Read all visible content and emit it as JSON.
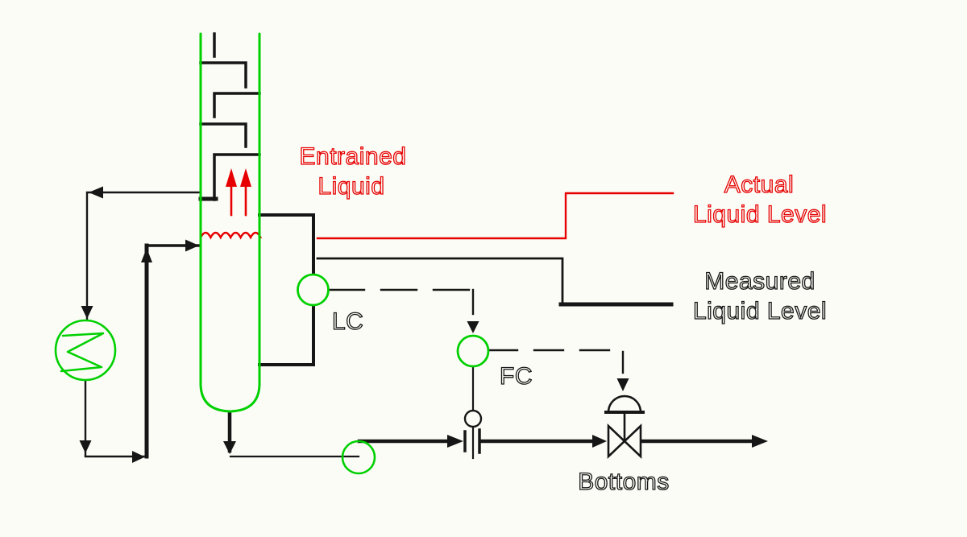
{
  "diagram": {
    "title": "Distillation column bottoms level control diagram",
    "labels": {
      "entrained_line1": "Entrained",
      "entrained_line2": "Liquid",
      "actual_line1": "Actual",
      "actual_line2": "Liquid Level",
      "measured_line1": "Measured",
      "measured_line2": "Liquid Level",
      "level_controller": "LC",
      "flow_controller": "FC",
      "bottoms": "Bottoms"
    },
    "colors": {
      "equipment_green": "#00d000",
      "highlight_red": "#e60000",
      "line_black": "#161616",
      "background": "#fcfcf7"
    },
    "icons": {
      "column": "distillation-column-icon",
      "trays": "column-tray-icon",
      "froth": "liquid-froth-wave-icon",
      "vapor_arrows": "vapor-up-arrow-icon",
      "exchanger": "heat-exchanger-icon",
      "pump": "pump-icon",
      "level_controller": "controller-bubble-icon",
      "flow_controller": "controller-bubble-icon",
      "orifice": "orifice-flow-element-icon",
      "valve": "control-valve-icon",
      "actuator": "valve-actuator-icon"
    }
  }
}
